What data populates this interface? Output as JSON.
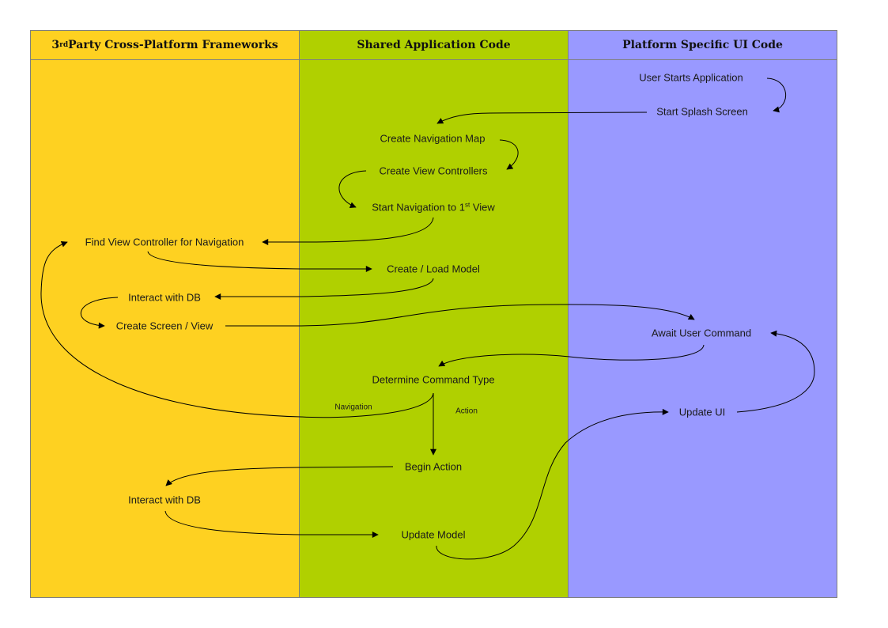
{
  "lanes": [
    {
      "prefix": "3",
      "sup": "rd",
      "title": " Party Cross-Platform Frameworks",
      "color": "#fed121"
    },
    {
      "prefix": "",
      "sup": "",
      "title": "Shared Application Code",
      "color": "#b0d000"
    },
    {
      "prefix": "",
      "sup": "",
      "title": "Platform Specific UI Code",
      "color": "#9999ff"
    }
  ],
  "nodes": {
    "user_starts": "User Starts Application",
    "splash": "Start Splash Screen",
    "nav_map": "Create Navigation Map",
    "view_controllers": "Create View Controllers",
    "start_nav_a": "Start Navigation to 1",
    "start_nav_sup": "st",
    "start_nav_b": " View",
    "find_vc": "Find View Controller for Navigation",
    "load_model": "Create / Load Model",
    "db1": "Interact with DB",
    "create_screen": "Create Screen / View",
    "await_cmd": "Await User Command",
    "determine": "Determine Command Type",
    "update_ui": "Update UI",
    "begin_action": "Begin Action",
    "db2": "Interact with DB",
    "update_model": "Update Model"
  },
  "edge_labels": {
    "navigation": "Navigation",
    "action": "Action"
  }
}
